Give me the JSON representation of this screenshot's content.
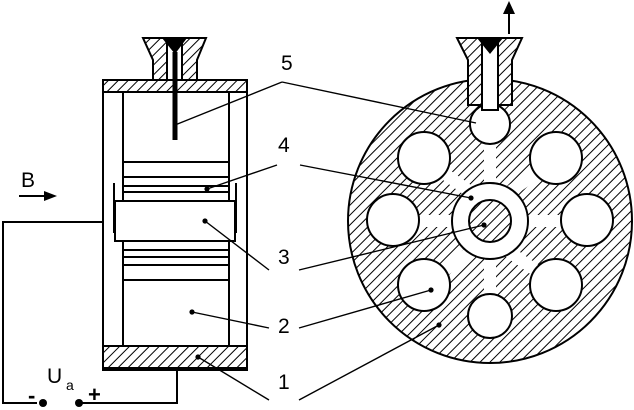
{
  "labels": {
    "n1": "1",
    "n2": "2",
    "n3": "3",
    "n4": "4",
    "n5": "5",
    "field": "B",
    "voltage": "U",
    "voltage_sub": "a",
    "minus": "-",
    "plus": "+"
  },
  "icons": {
    "output_arrow": "arrow-up-icon",
    "field_arrow": "arrow-right-icon"
  },
  "colors": {
    "ink": "#000000",
    "background": "#ffffff"
  }
}
